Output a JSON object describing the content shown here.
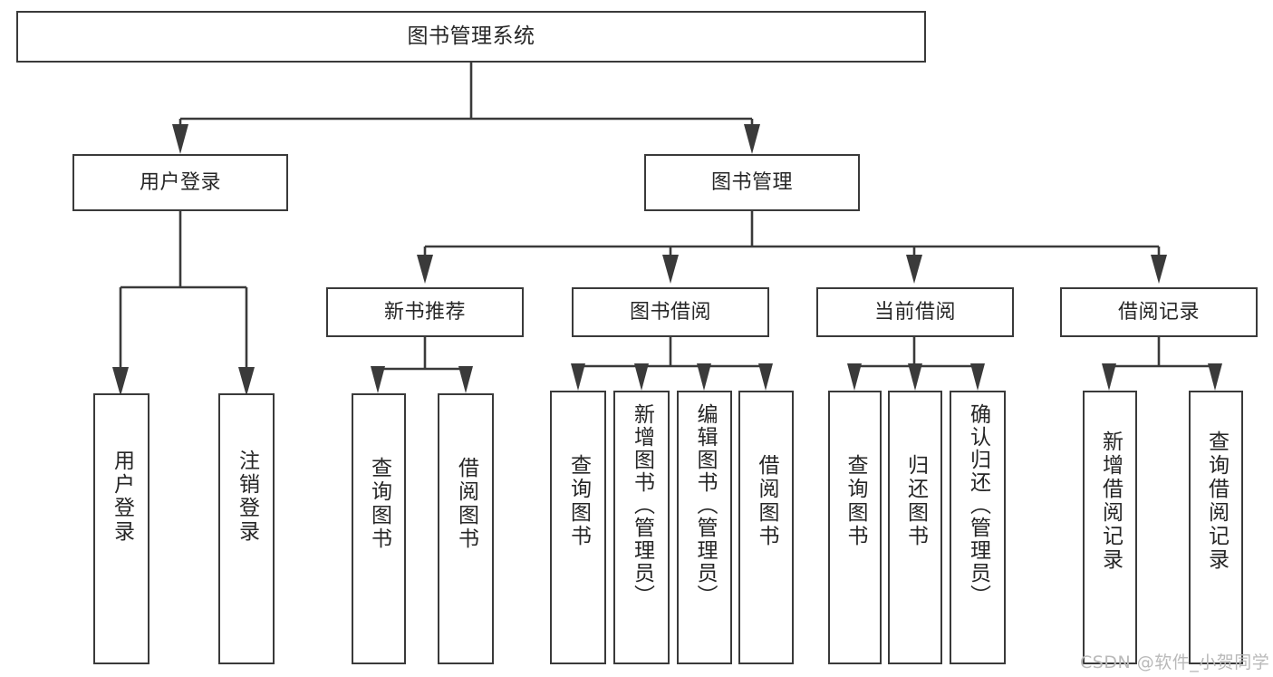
{
  "diagram": {
    "title": "图书管理系统",
    "type": "tree-hierarchy-chart",
    "watermark": "CSDN @软件_小贺同学",
    "colors": {
      "box_border": "#3a3a3a",
      "line": "#3a3a3a",
      "text": "#262626",
      "background": "#ffffff",
      "watermark": "#b9b9b9"
    },
    "nodes": {
      "root": {
        "label": "图书管理系统"
      },
      "level2": [
        {
          "label": "用户登录"
        },
        {
          "label": "图书管理"
        }
      ],
      "level3": [
        {
          "label": "新书推荐"
        },
        {
          "label": "图书借阅"
        },
        {
          "label": "当前借阅"
        },
        {
          "label": "借阅记录"
        }
      ],
      "leaves": {
        "user_login": [
          {
            "label": "用户登录"
          },
          {
            "label": "注销登录"
          }
        ],
        "new_book_recommend": [
          {
            "label": "查询图书"
          },
          {
            "label": "借阅图书"
          }
        ],
        "book_borrow": [
          {
            "label": "查询图书"
          },
          {
            "label": "新增图书（管理员）"
          },
          {
            "label": "编辑图书（管理员）"
          },
          {
            "label": "借阅图书"
          }
        ],
        "current_borrow": [
          {
            "label": "查询图书"
          },
          {
            "label": "归还图书"
          },
          {
            "label": "确认归还（管理员）"
          }
        ],
        "borrow_record": [
          {
            "label": "新增借阅记录"
          },
          {
            "label": "查询借阅记录"
          }
        ]
      }
    }
  }
}
